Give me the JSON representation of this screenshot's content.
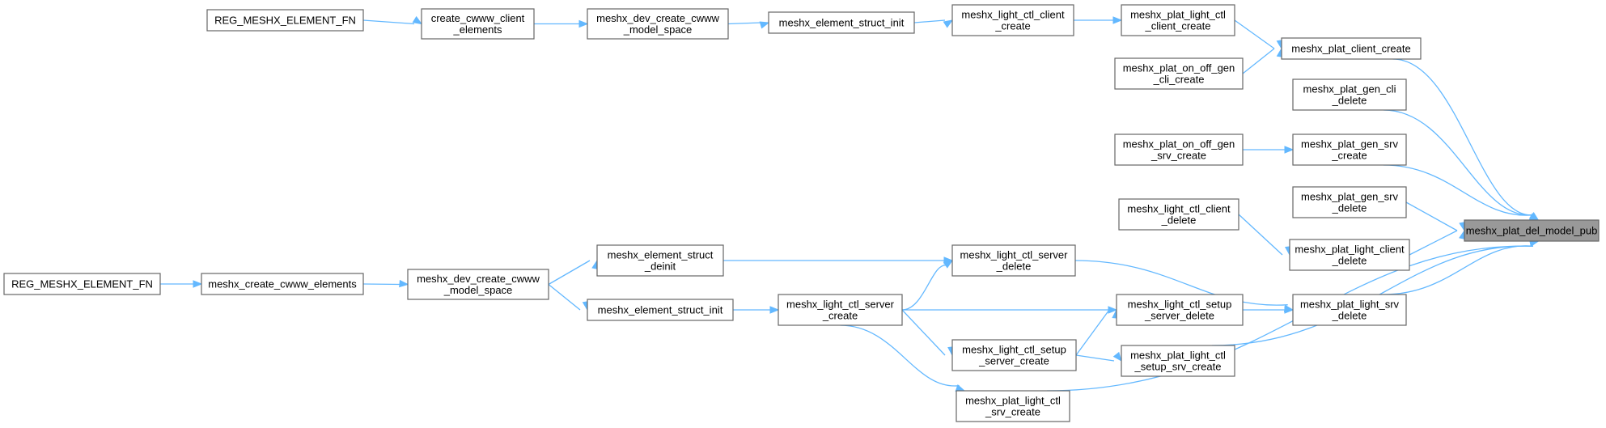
{
  "colors": {
    "edge": "#63b8ff",
    "node_border": "#666666",
    "node_fill": "#ffffff",
    "highlight_fill": "#999999"
  },
  "nodes": {
    "reg1": [
      "REG_MESHX_ELEMENT_FN"
    ],
    "ccce": [
      "create_cwww_client",
      "_elements"
    ],
    "mdcc1": [
      "meshx_dev_create_cwww",
      "_model_space"
    ],
    "mesi1": [
      "meshx_element_struct_init"
    ],
    "mlccc": [
      "meshx_light_ctl_client",
      "_create"
    ],
    "mplccc": [
      "meshx_plat_light_ctl",
      "_client_create"
    ],
    "mpcc": [
      "meshx_plat_client_create"
    ],
    "mpoogcc": [
      "meshx_plat_on_off_gen",
      "_cli_create"
    ],
    "mpgcd": [
      "meshx_plat_gen_cli",
      "_delete"
    ],
    "mpoogsc": [
      "meshx_plat_on_off_gen",
      "_srv_create"
    ],
    "mpgsc": [
      "meshx_plat_gen_srv",
      "_create"
    ],
    "mpgsd": [
      "meshx_plat_gen_srv",
      "_delete"
    ],
    "mlccd": [
      "meshx_light_ctl_client",
      "_delete"
    ],
    "mplcd": [
      "meshx_plat_light_client",
      "_delete"
    ],
    "target": [
      "meshx_plat_del_model_pub"
    ],
    "reg2": [
      "REG_MESHX_ELEMENT_FN"
    ],
    "mcce": [
      "meshx_create_cwww_elements"
    ],
    "mdcc2": [
      "meshx_dev_create_cwww",
      "_model_space"
    ],
    "mesd": [
      "meshx_element_struct",
      "_deinit"
    ],
    "mesi2": [
      "meshx_element_struct_init"
    ],
    "mlcsd": [
      "meshx_light_ctl_server",
      "_delete"
    ],
    "mlcsc": [
      "meshx_light_ctl_server",
      "_create"
    ],
    "mlcssd": [
      "meshx_light_ctl_setup",
      "_server_delete"
    ],
    "mplsd": [
      "meshx_plat_light_srv",
      "_delete"
    ],
    "mlcssc": [
      "meshx_light_ctl_setup",
      "_server_create"
    ],
    "mplcssc": [
      "meshx_plat_light_ctl",
      "_setup_srv_create"
    ],
    "mplcsc": [
      "meshx_plat_light_ctl",
      "_srv_create"
    ]
  },
  "edges": [
    [
      "reg1",
      "ccce"
    ],
    [
      "ccce",
      "mdcc1"
    ],
    [
      "mdcc1",
      "mesi1"
    ],
    [
      "mesi1",
      "mlccc"
    ],
    [
      "mlccc",
      "mplccc"
    ],
    [
      "mplccc",
      "mpcc"
    ],
    [
      "mpoogcc",
      "mpcc"
    ],
    [
      "mpcc",
      "target"
    ],
    [
      "mpgcd",
      "target"
    ],
    [
      "mpoogsc",
      "mpgsc"
    ],
    [
      "mpgsc",
      "target"
    ],
    [
      "mpgsd",
      "target"
    ],
    [
      "mlccd",
      "mplcd"
    ],
    [
      "mplcd",
      "target"
    ],
    [
      "reg2",
      "mcce"
    ],
    [
      "mcce",
      "mdcc2"
    ],
    [
      "mdcc2",
      "mesd"
    ],
    [
      "mdcc2",
      "mesi2"
    ],
    [
      "mesd",
      "mlcsd"
    ],
    [
      "mesi2",
      "mlcsc"
    ],
    [
      "mlcsc",
      "mlcsd"
    ],
    [
      "mlcsc",
      "mlcssd"
    ],
    [
      "mlcsc",
      "mlcssc"
    ],
    [
      "mlcsc",
      "mplcsc"
    ],
    [
      "mlcssc",
      "mlcssd"
    ],
    [
      "mlcssc",
      "mplcssc"
    ],
    [
      "mlcsd",
      "mplsd"
    ],
    [
      "mlcssd",
      "mplsd"
    ],
    [
      "mplsd",
      "target"
    ],
    [
      "mplcssc",
      "target"
    ],
    [
      "mplcsc",
      "target"
    ]
  ]
}
